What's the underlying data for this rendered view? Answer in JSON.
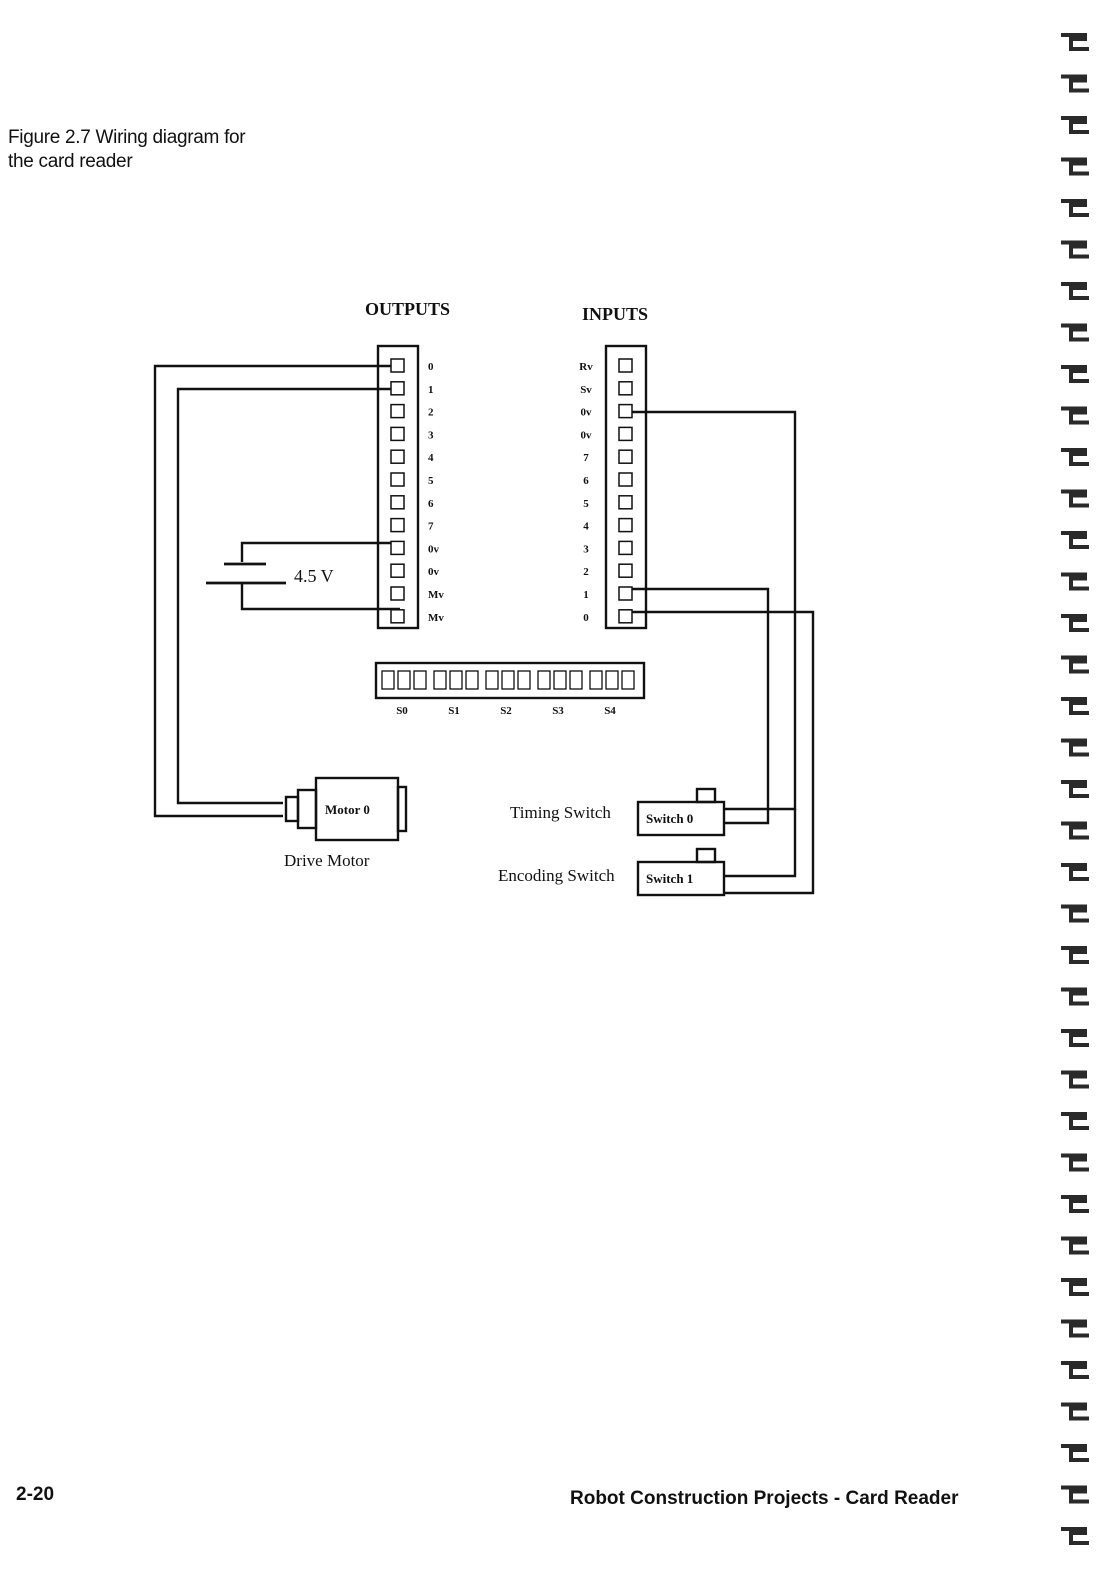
{
  "caption": {
    "line1": "Figure 2.7  Wiring diagram for",
    "line2": "the card reader"
  },
  "diagram": {
    "outputs_heading": "OUTPUTS",
    "inputs_heading": "INPUTS",
    "output_pins": [
      "0",
      "1",
      "2",
      "3",
      "4",
      "5",
      "6",
      "7",
      "0v",
      "0v",
      "Mv",
      "Mv"
    ],
    "input_pins": [
      "Rv",
      "Sv",
      "0v",
      "0v",
      "7",
      "6",
      "5",
      "4",
      "3",
      "2",
      "1",
      "0"
    ],
    "servo_labels": [
      "S0",
      "S1",
      "S2",
      "S3",
      "S4"
    ],
    "battery_label": "4.5 V",
    "motor_label": "Motor 0",
    "motor_caption": "Drive Motor",
    "timing_switch_caption": "Timing Switch",
    "timing_switch_label": "Switch 0",
    "encoding_switch_caption": "Encoding Switch",
    "encoding_switch_label": "Switch 1"
  },
  "footer": {
    "page_number": "2-20",
    "running_title": "Robot Construction Projects - Card Reader"
  },
  "colors": {
    "ink": "#111111",
    "paper": "#ffffff",
    "spiral": "#2a2a2a"
  }
}
